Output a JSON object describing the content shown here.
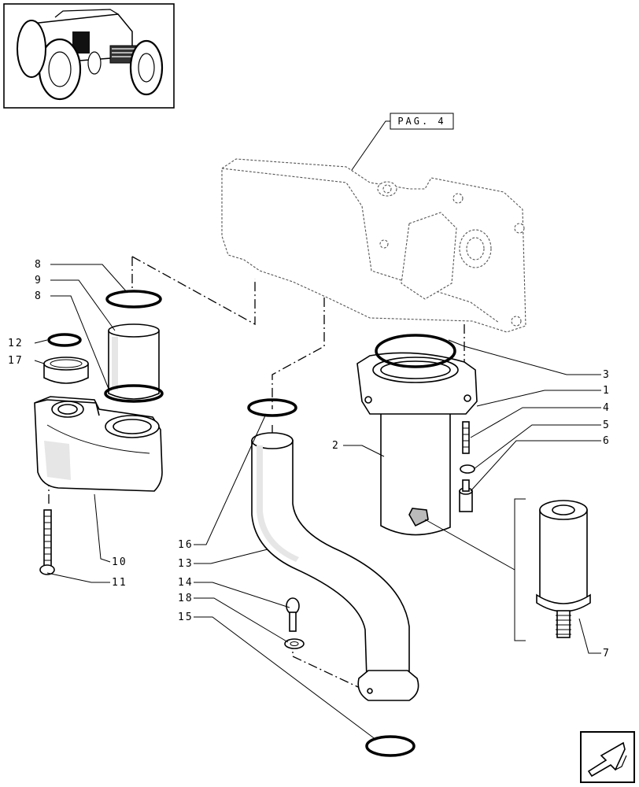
{
  "reference": {
    "label": "PAG. 4"
  },
  "callouts": {
    "c1": "1",
    "c2": "2",
    "c3": "3",
    "c4": "4",
    "c5": "5",
    "c6": "6",
    "c7": "7",
    "c8a": "8",
    "c8b": "8",
    "c9": "9",
    "c10": "10",
    "c11": "11",
    "c12": "12",
    "c13": "13",
    "c14": "14",
    "c15": "15",
    "c16": "16",
    "c17": "17",
    "c18": "18"
  },
  "icons": {
    "thumbnail": "tractor-thumbnail-icon",
    "nav": "next-page-arrow-icon"
  }
}
